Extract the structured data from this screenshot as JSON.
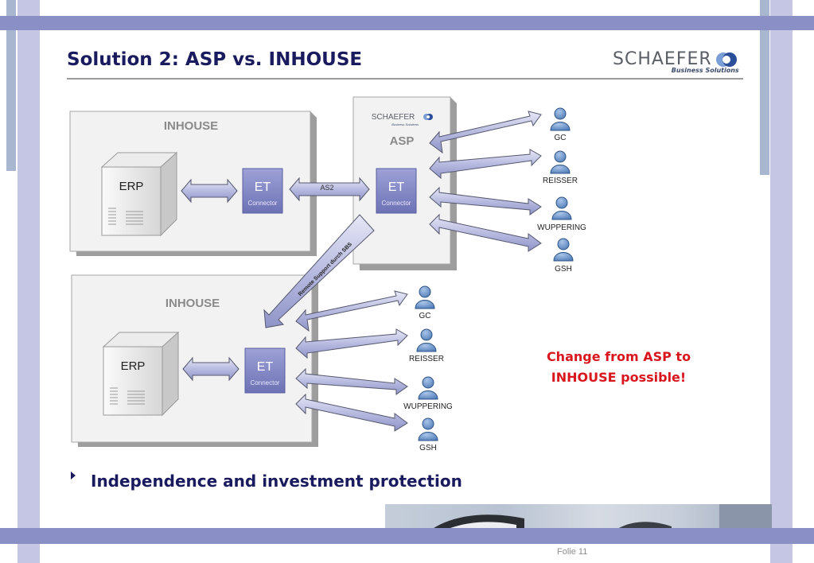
{
  "slide": {
    "title": "Solution 2: ASP vs. INHOUSE",
    "logo": {
      "brand": "SCHAEFER",
      "tagline": "Business Solutions"
    },
    "callout_lines": [
      "Change from ASP to",
      "INHOUSE possible!"
    ],
    "bullet": "Independence and investment protection",
    "footer": "Folie 11"
  },
  "diagram": {
    "top_inhouse_label": "INHOUSE",
    "asp_label": "ASP",
    "asp_logo_brand": "SCHAEFER",
    "asp_logo_tagline": "Business Solutions",
    "bottom_inhouse_label": "INHOUSE",
    "erp_label": "ERP",
    "et_label": "ET",
    "connector_label": "Connector",
    "as2_label": "AS2",
    "remote_support_label": "Remote Support durch SBS",
    "partners": [
      "GC",
      "REISSER",
      "WUPPERING",
      "GSH"
    ]
  },
  "colors": {
    "title": "#1a1a5e",
    "band": "#8a8fc6",
    "callout": "#d9161e",
    "et_box": "#7f84c4",
    "person": "#6b93c9"
  }
}
